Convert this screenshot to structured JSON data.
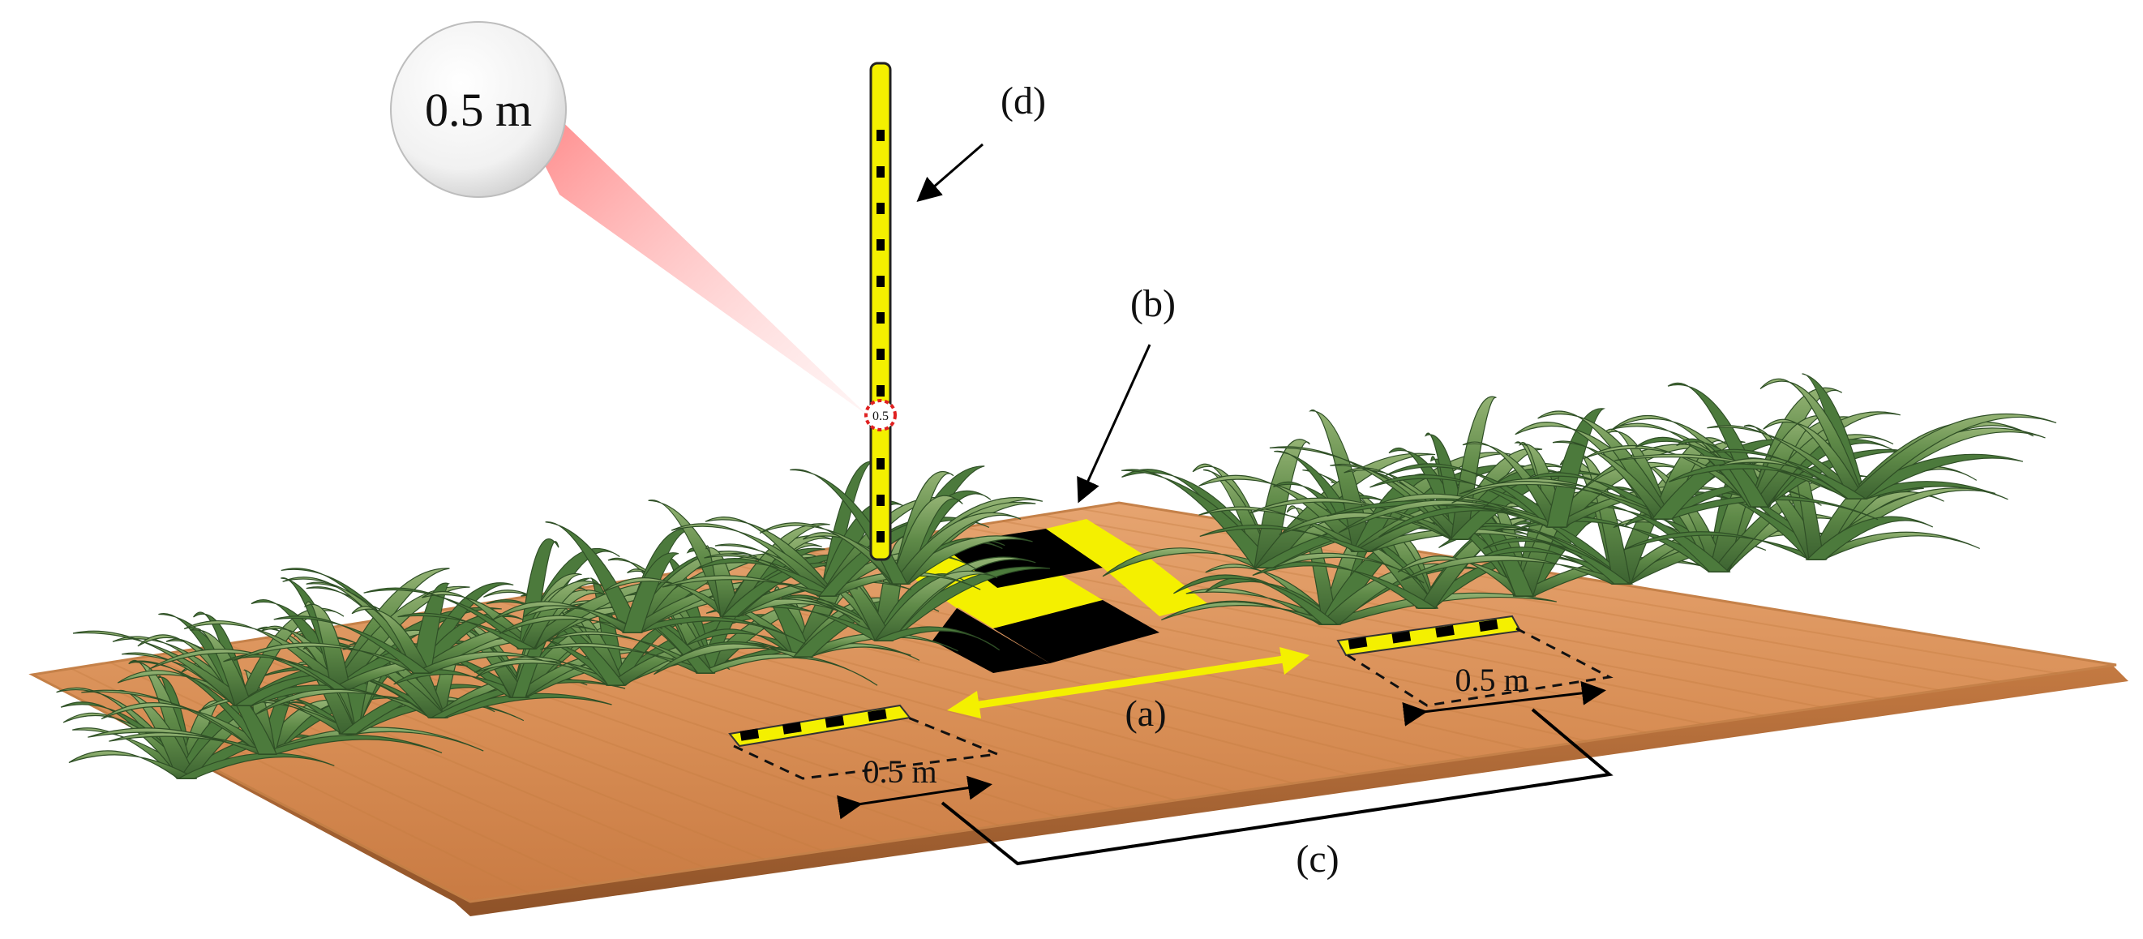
{
  "figure": {
    "callout_text": "0.5 m",
    "marker_text": "0.5",
    "label_a": "(a)",
    "label_b": "(b)",
    "label_c": "(c)",
    "label_d": "(d)",
    "dim_left_text": "0.5 m",
    "dim_right_text": "0.5 m"
  },
  "colors": {
    "board_top": "#d9925a",
    "board_edge": "#b86e38",
    "plant_dark": "#3f6b34",
    "plant_light": "#8fb06e",
    "marker_yellow": "#f4f000",
    "marker_black": "#000000",
    "callout_red": "#ff6a6a"
  },
  "icons": {
    "pole": "measuring-pole",
    "target": "checkerboard-ground-control-target",
    "ruler": "scale-bar-ruler"
  }
}
